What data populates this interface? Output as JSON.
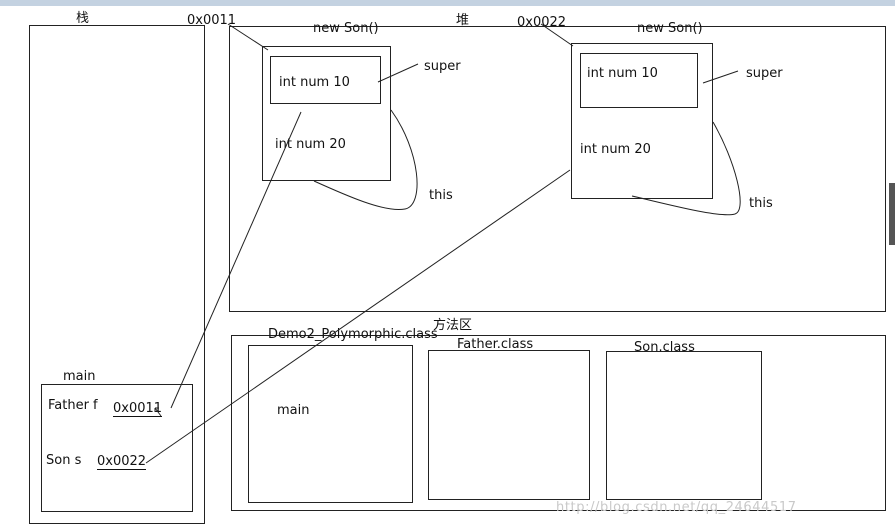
{
  "stack": {
    "title": "栈",
    "main_frame": {
      "title": "main",
      "var_father": "Father f",
      "var_father_value": "0x0011",
      "var_son": "Son s",
      "var_son_value": "0x0022"
    }
  },
  "heap": {
    "title": "堆",
    "object1": {
      "address": "0x0011",
      "title": "new Son()",
      "super_field": "int num 10",
      "super_label": "super",
      "own_field": "int num 20",
      "this_label": "this"
    },
    "object2": {
      "address": "0x0022",
      "title": "new Son()",
      "super_field": "int num 10",
      "super_label": "super",
      "own_field": "int num 20",
      "this_label": "this"
    }
  },
  "method_area": {
    "title": "方法区",
    "classes": [
      {
        "name": "Demo2_Polymorphic.class",
        "method": "main"
      },
      {
        "name": "Father.class"
      },
      {
        "name": "Son.class"
      }
    ]
  },
  "watermark": "http://blog.csdn.net/qq_24644517",
  "colors": {
    "line": "#222222",
    "background": "#ffffff",
    "watermark": "#c9c9c9",
    "top_bar": "#c4d2e1"
  }
}
